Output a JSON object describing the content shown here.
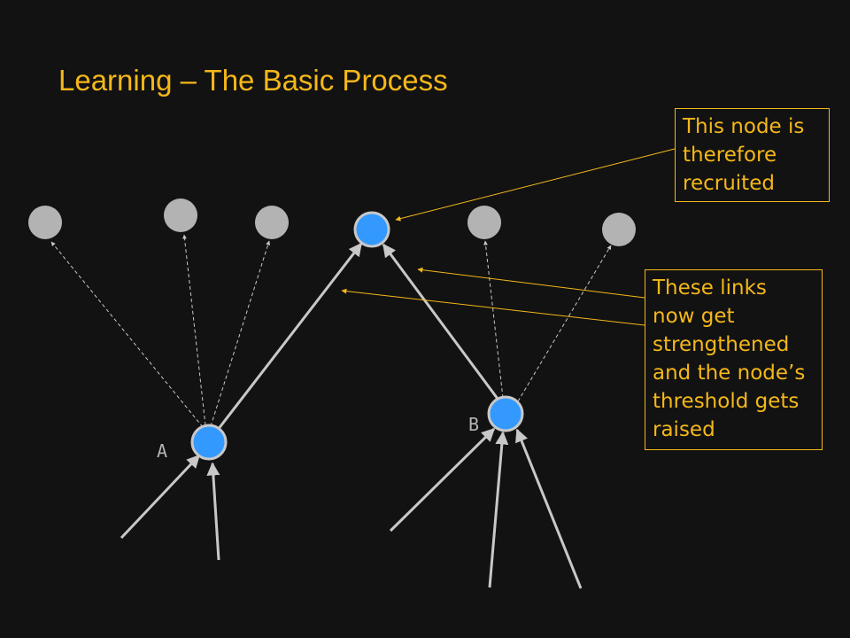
{
  "slide": {
    "title": "Learning – The Basic Process"
  },
  "callouts": {
    "recruited": "This node is therefore recruited",
    "links": "These links now get strengthened and the node’s threshold gets raised"
  },
  "nodes": {
    "a_label": "A",
    "b_label": "B"
  },
  "colors": {
    "background": "#121212",
    "accent": "#f5b819",
    "active_node": "#3399ff",
    "inactive_node": "#b3b3b3",
    "link": "#c8c8c8"
  }
}
